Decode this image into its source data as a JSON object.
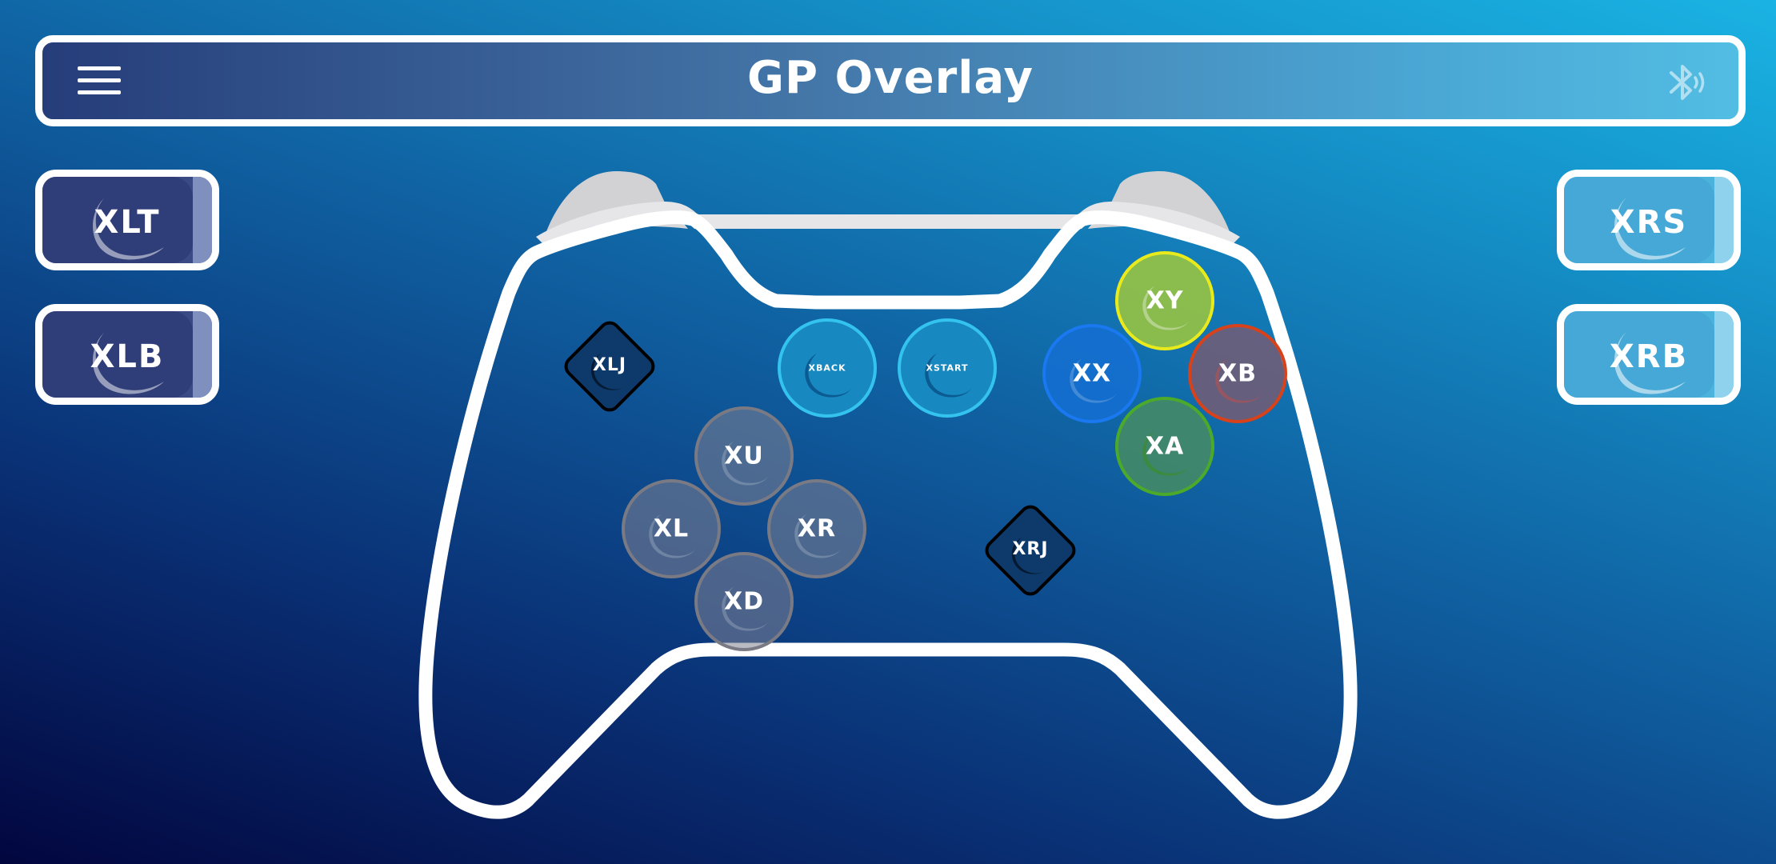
{
  "app": {
    "title": "GP Overlay"
  },
  "header": {
    "menu_icon": "hamburger-menu-icon",
    "bluetooth_icon": "bluetooth-icon"
  },
  "shoulders": {
    "left_trigger": "XLT",
    "left_bumper": "XLB",
    "right_stick_button": "XRS",
    "right_bumper": "XRB"
  },
  "face_buttons": {
    "y": "XY",
    "x": "XX",
    "b": "XB",
    "a": "XA"
  },
  "menu_buttons": {
    "back": "XBACK",
    "start": "XSTART"
  },
  "dpad": {
    "up": "XU",
    "left": "XL",
    "right": "XR",
    "down": "XD"
  },
  "joysticks": {
    "left": "XLJ",
    "right": "XRJ"
  },
  "colors": {
    "y": "#e8ea1c",
    "x": "#1a78f0",
    "b": "#d8421a",
    "a": "#4caa2a",
    "outline": "#ffffff"
  }
}
